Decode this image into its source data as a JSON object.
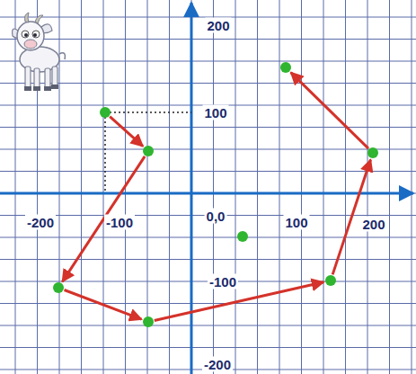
{
  "diagram": {
    "labels": [
      "200",
      "100",
      "-200",
      "-100",
      "0,0",
      "100",
      "200",
      "-100",
      "-200"
    ]
  }
}
